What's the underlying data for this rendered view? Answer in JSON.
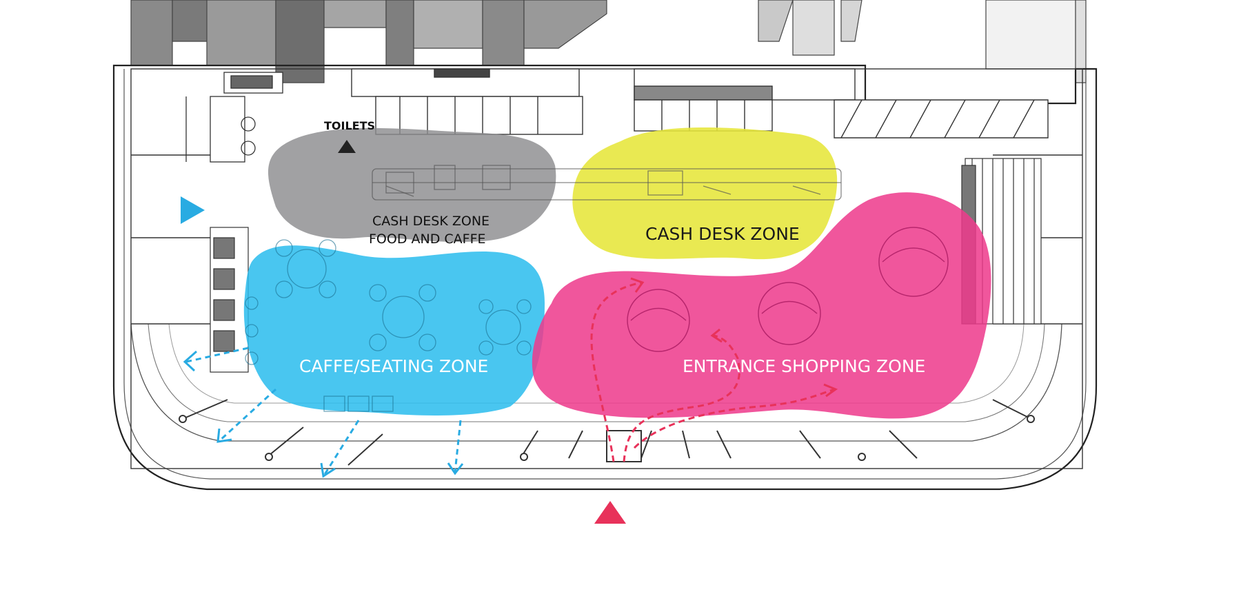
{
  "labels": {
    "toilets": "TOILETS",
    "food_line1": "CASH DESK ZONE",
    "food_line2": "FOOD AND CAFFE",
    "cash_desk": "CASH DESK ZONE",
    "caffe_seating": "CAFFE/SEATING ZONE",
    "entrance_shopping": "ENTRANCE SHOPPING ZONE"
  },
  "colors": {
    "food_zone": "#8c8c8f",
    "cash_zone": "#e6e63a",
    "seating_zone": "#2bbdee",
    "shopping_zone": "#ee3a8c",
    "entrance_marker": "#e8325a",
    "side_entrance_marker": "#29abe2",
    "toilet_marker": "#222222",
    "linework": "#333333",
    "shading": "#7a7a7a"
  }
}
